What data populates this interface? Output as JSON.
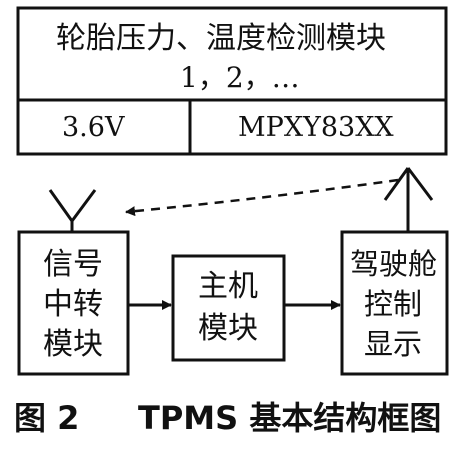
{
  "sensor_module": {
    "title": "轮胎压力、温度检测模块",
    "subtitle": "1，2，…",
    "voltage": "3.6V",
    "chip": "MPXY83XX"
  },
  "blocks": {
    "relay": [
      "信号",
      "中转",
      "模块"
    ],
    "host": [
      "主机",
      "模块"
    ],
    "cockpit": [
      "驾驶舱",
      "控制",
      "显示"
    ]
  },
  "caption": {
    "figure_no": "图 2",
    "title": "TPMS 基本结构框图"
  },
  "colors": {
    "ink": "#111111",
    "background": "#ffffff"
  }
}
